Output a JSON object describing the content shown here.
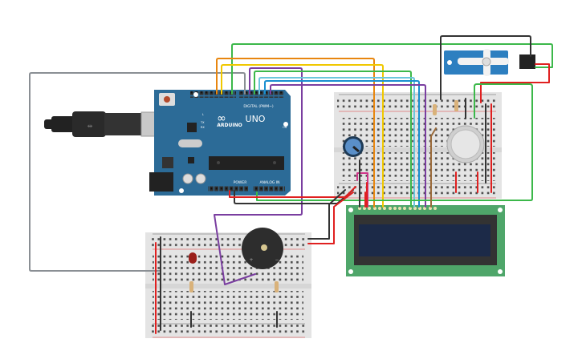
{
  "arduino": {
    "brand": "ARDUINO",
    "model": "UNO",
    "digital_label": "DIGITAL (PWM~)",
    "power_label": "POWER",
    "analog_label": "ANALOG IN",
    "on_label": "ON",
    "l_label": "L",
    "tx_label": "TX",
    "rx_label": "RX"
  },
  "colors": {
    "board": "#2c6b97",
    "breadboard": "#e6e6e6",
    "lcd_pcb": "#4fa66a",
    "lcd_screen": "#1c2a48",
    "servo": "#2d7fc0",
    "wire_red": "#e02020",
    "wire_black": "#333333",
    "wire_green": "#3cb84a",
    "wire_orange": "#e8860f",
    "wire_yellow": "#f0c800",
    "wire_cyan": "#6cc6dc",
    "wire_blue": "#1a8fd0",
    "wire_purple": "#7a3ea0",
    "wire_gray": "#8a8f94",
    "wire_pink": "#d0368a",
    "wire_brown": "#9a6a3a"
  },
  "components": [
    "arduino-uno",
    "usb-cable",
    "breadboard-top",
    "breadboard-bottom",
    "lcd-16x2",
    "servo",
    "potentiometer",
    "gas-sensor",
    "piezo-buzzer",
    "red-led",
    "resistors"
  ]
}
